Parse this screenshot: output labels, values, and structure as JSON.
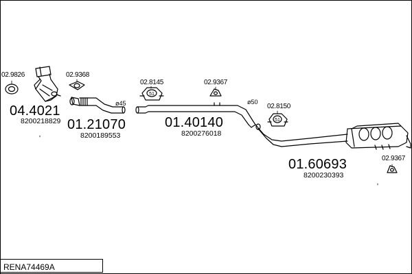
{
  "caption": "RENA74469A",
  "parts": [
    {
      "code": "04.4021",
      "ref": "8200218829"
    },
    {
      "code": "01.21070",
      "ref": "8200189553"
    },
    {
      "code": "01.40140",
      "ref": "8200276018"
    },
    {
      "code": "01.60693",
      "ref": "8200230393"
    }
  ],
  "accessories": [
    {
      "code": "02.9826"
    },
    {
      "code": "02.9368"
    },
    {
      "code": "02.8145",
      "mark": "51"
    },
    {
      "code": "02.9367"
    },
    {
      "code": "02.8150",
      "mark": "51"
    },
    {
      "code": "02.9367"
    }
  ],
  "diameters": [
    {
      "label": "ø45"
    },
    {
      "label": "ø50"
    }
  ],
  "colors": {
    "line": "#000000",
    "background": "#ffffff"
  }
}
